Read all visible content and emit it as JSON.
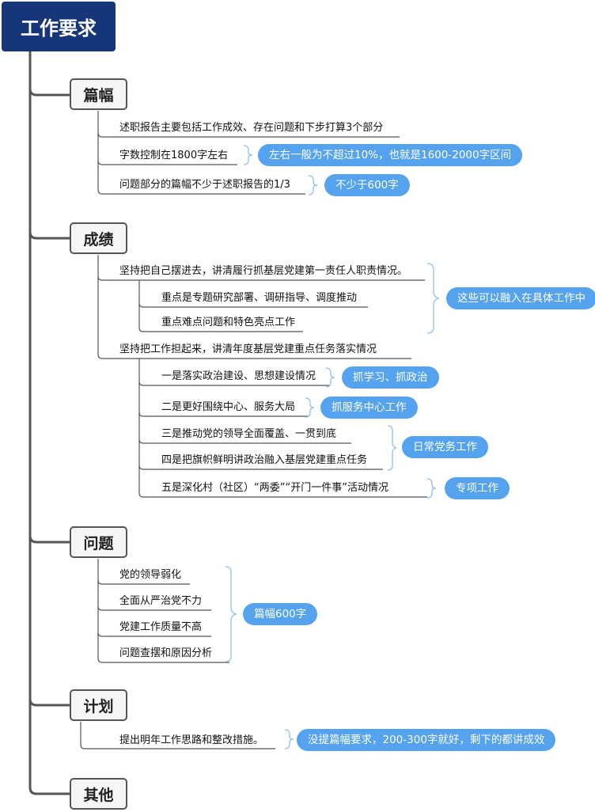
{
  "root": {
    "title": "工作要求"
  },
  "branches": [
    {
      "label": "篇幅",
      "items": [
        {
          "text": "述职报告主要包括工作成效、存在问题和下步打算3个部分"
        },
        {
          "text": "字数控制在1800字左右",
          "note": "左右一般为不超过10%，也就是1600-2000字区间"
        },
        {
          "text": "问题部分的篇幅不少于述职报告的1/3",
          "note": "不少于600字"
        }
      ]
    },
    {
      "label": "成绩",
      "items": [
        {
          "text": "坚持把自己摆进去，讲清履行抓基层党建第一责任人职责情况。",
          "children": [
            {
              "text": "重点是专题研究部署、调研指导、调度推动"
            },
            {
              "text": "重点难点问题和特色亮点工作"
            }
          ]
        },
        {
          "text": "坚持把工作担起来，讲清年度基层党建重点任务落实情况",
          "children": [
            {
              "text": "一是落实政治建设、思想建设情况",
              "note": "抓学习、抓政治"
            },
            {
              "text": "二是更好围绕中心、服务大局",
              "note": "抓服务中心工作"
            },
            {
              "text": "三是推动党的领导全面覆盖、一贯到底"
            },
            {
              "text": "四是把旗帜鲜明讲政治融入基层党建重点任务"
            },
            {
              "text": "五是深化村（社区）“两委”“开门一件事”活动情况",
              "note": "专项工作"
            }
          ]
        }
      ],
      "group_notes": [
        {
          "text": "这些可以融入在具体工作中"
        },
        {
          "text": "日常党务工作"
        }
      ]
    },
    {
      "label": "问题",
      "items": [
        {
          "text": "党的领导弱化"
        },
        {
          "text": "全面从严治党不力"
        },
        {
          "text": "党建工作质量不高"
        },
        {
          "text": "问题查摆和原因分析"
        }
      ],
      "group_notes": [
        {
          "text": "篇幅600字"
        }
      ]
    },
    {
      "label": "计划",
      "items": [
        {
          "text": "提出明年工作思路和整改措施。",
          "note": "没提篇幅要求，200-300字就好，剩下的都讲成效"
        }
      ]
    },
    {
      "label": "其他",
      "items": []
    }
  ],
  "colors": {
    "root_bg": "#17367a",
    "note_bg": "#55a3ee",
    "bracket": "#8fc0ef",
    "line": "#555555"
  }
}
